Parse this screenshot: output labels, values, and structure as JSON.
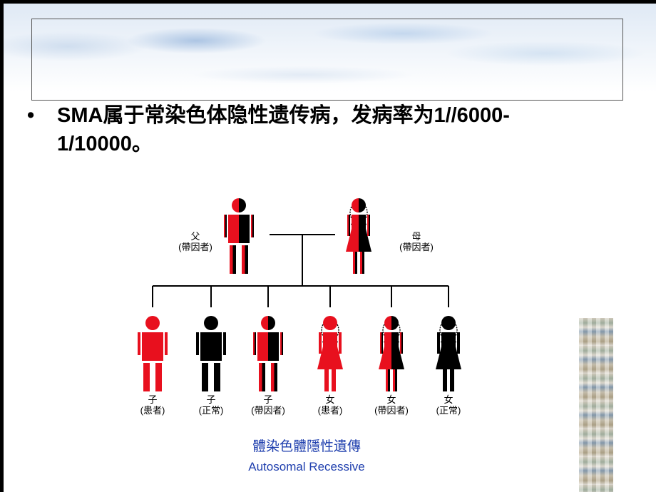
{
  "bullet": {
    "symbol": "•",
    "text": "SMA属于常染色体隐性遗传病，发病率为1//6000-1/10000。"
  },
  "pedigree": {
    "colors": {
      "affected": "#e8101e",
      "normal": "#000000",
      "caption": "#1f3fae"
    },
    "father": {
      "name": "父",
      "status": "(帶因者)",
      "type": "carrier",
      "sex": "male"
    },
    "mother": {
      "name": "母",
      "status": "(帶因者)",
      "type": "carrier",
      "sex": "female"
    },
    "children": [
      {
        "name": "子",
        "status": "(患者)",
        "type": "affected",
        "sex": "male"
      },
      {
        "name": "子",
        "status": "(正常)",
        "type": "normal",
        "sex": "male"
      },
      {
        "name": "子",
        "status": "(帶因者)",
        "type": "carrier",
        "sex": "male"
      },
      {
        "name": "女",
        "status": "(患者)",
        "type": "affected",
        "sex": "female"
      },
      {
        "name": "女",
        "status": "(帶因者)",
        "type": "carrier",
        "sex": "female"
      },
      {
        "name": "女",
        "status": "(正常)",
        "type": "normal",
        "sex": "female"
      }
    ],
    "caption_cn": "體染色體隱性遺傳",
    "caption_en": "Autosomal Recessive"
  }
}
